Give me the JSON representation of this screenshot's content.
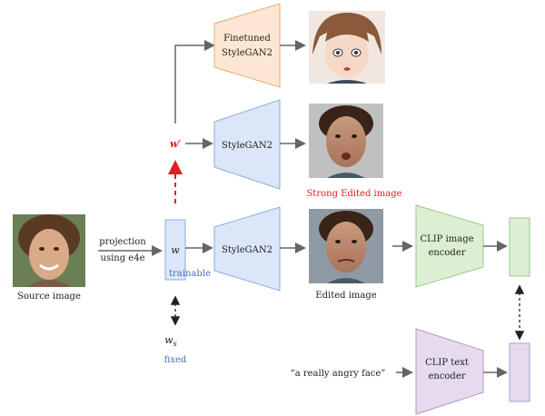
{
  "labels": {
    "finetuned_line1": "Finetuned",
    "finetuned_line2": "StyleGAN2",
    "stylegan_top": "StyleGAN2",
    "stylegan_mid": "StyleGAN2",
    "w_prime": "w′",
    "w": "w",
    "ws": "ws",
    "ws_base": "w",
    "ws_sub": "s",
    "strong_edited": "Strong Edited image",
    "projection_line1": "projection",
    "projection_line2": "using e4e",
    "trainable": "trainable",
    "fixed": "fixed",
    "source_image": "Source image",
    "edited_image": "Edited image",
    "clip_image_line1": "CLIP image",
    "clip_image_line2": "encoder",
    "clip_text_line1": "CLIP text",
    "clip_text_line2": "encoder",
    "prompt": "“a really angry face”"
  },
  "colors": {
    "orange_fill": "#fde7d3",
    "orange_stroke": "#e9a878",
    "blue_fill": "#dbe7f8",
    "blue_stroke": "#8aaedc",
    "green_fill": "#dcefd3",
    "green_stroke": "#98c987",
    "purple_fill": "#e6daef",
    "purple_stroke": "#b39ac9",
    "red": "#e02020",
    "blue_text": "#4a6fb5",
    "arrow": "#666666"
  }
}
